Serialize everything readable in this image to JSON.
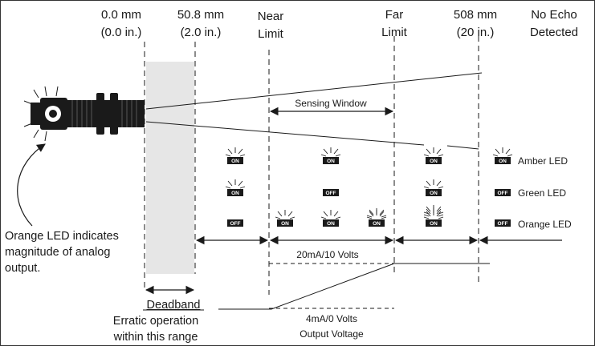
{
  "headers": {
    "zero": [
      "0.0 mm",
      "(0.0 in.)"
    ],
    "deadband_end": [
      "50.8 mm",
      "(2.0 in.)"
    ],
    "near": [
      "Near",
      "Limit"
    ],
    "far": [
      "Far",
      "Limit"
    ],
    "max": [
      "508 mm",
      "(20 in.)"
    ],
    "no_echo": [
      "No Echo",
      "Detected"
    ]
  },
  "sensing_window": "Sensing Window",
  "led_labels": {
    "amber": "Amber LED",
    "green": "Green LED",
    "orange": "Orange LED"
  },
  "badges": {
    "on": "ON",
    "off": "OFF"
  },
  "orange_note": [
    "Orange LED indicates",
    "magnitude of analog",
    "output."
  ],
  "deadband": {
    "title": "Deadband",
    "lines": [
      "Erratic operation",
      "within this range"
    ]
  },
  "output": {
    "high": "20mA/10 Volts",
    "low": "4mA/0 Volts",
    "caption": "Output Voltage"
  },
  "colors": {
    "line": "#1a1a1a",
    "deadband_fill": "#e6e6e6",
    "badge": "#1a1a1a"
  }
}
